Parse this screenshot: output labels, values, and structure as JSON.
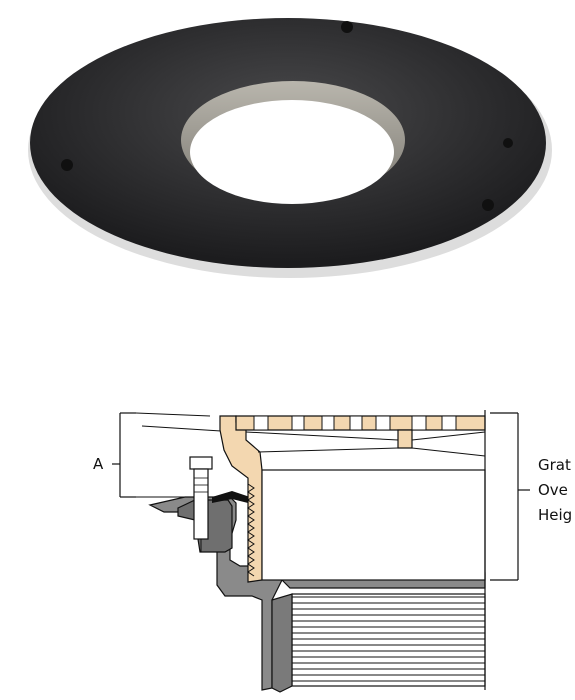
{
  "photo": {
    "subject": "flange-ring-photo",
    "ring_color": "#2b2b2d",
    "bore_color": "#9a978f"
  },
  "diagram": {
    "dimension_a": "A",
    "grate_label_lines": [
      "Grat",
      "Ove",
      "Heig"
    ],
    "colors": {
      "casting": "#f3d7b0",
      "body": "#8a8a8a",
      "clamp": "#6f6f6f",
      "outline": "#111111"
    }
  }
}
